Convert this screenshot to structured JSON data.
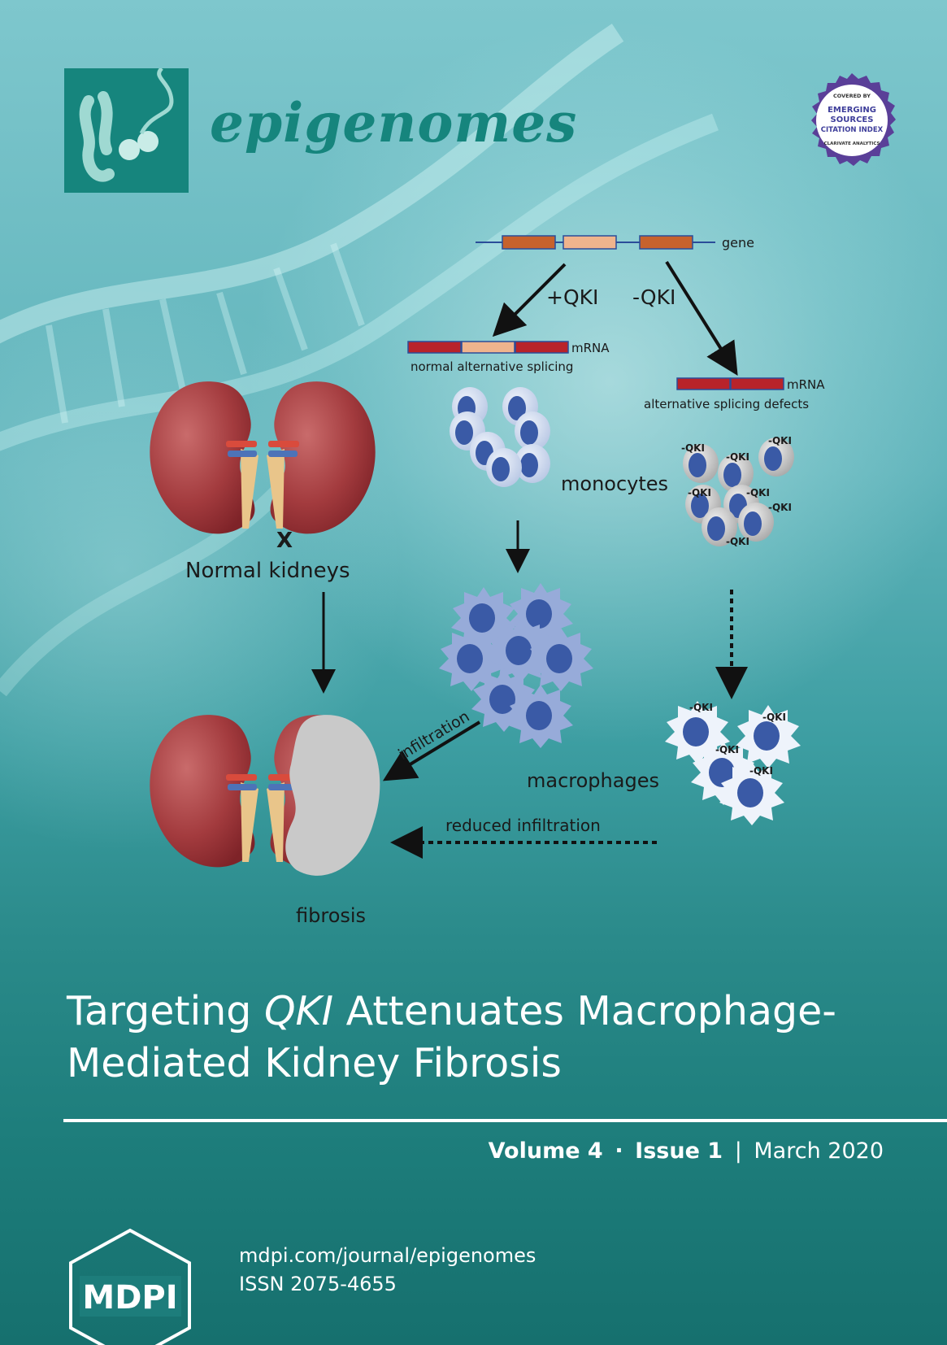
{
  "journal": {
    "name": "epigenomes",
    "brand_color": "#16857d"
  },
  "seal": {
    "top_text": "COVERED BY",
    "line1": "EMERGING",
    "line2": "SOURCES",
    "line3": "CITATION INDEX",
    "bottom_text": "CLARIVATE ANALYTICS"
  },
  "diagram": {
    "gene_label": "gene",
    "plus_qki": "+QKI",
    "minus_qki": "-QKI",
    "mrna_label": "mRNA",
    "normal_splicing": "normal alternative splicing",
    "splicing_defects": "alternative splicing defects",
    "monocytes": "monocytes",
    "macrophages": "macrophages",
    "normal_kidneys": "Normal kidneys",
    "x_mark": "X",
    "fibrosis": "fibrosis",
    "infiltration": "infiltration",
    "reduced_infiltration": "reduced infiltration",
    "qki_tag": "-QKI"
  },
  "title": {
    "part1": "Targeting ",
    "italic": "QKI",
    "part2": " Attenuates Macrophage-",
    "line2": "Mediated Kidney Fibrosis"
  },
  "issue": {
    "volume": "Volume 4",
    "dot": "·",
    "issue": "Issue 1",
    "bar": "|",
    "date": "March 2020"
  },
  "footer": {
    "publisher": "MDPI",
    "url": "mdpi.com/journal/epigenomes",
    "issn": "ISSN 2075-4655"
  }
}
